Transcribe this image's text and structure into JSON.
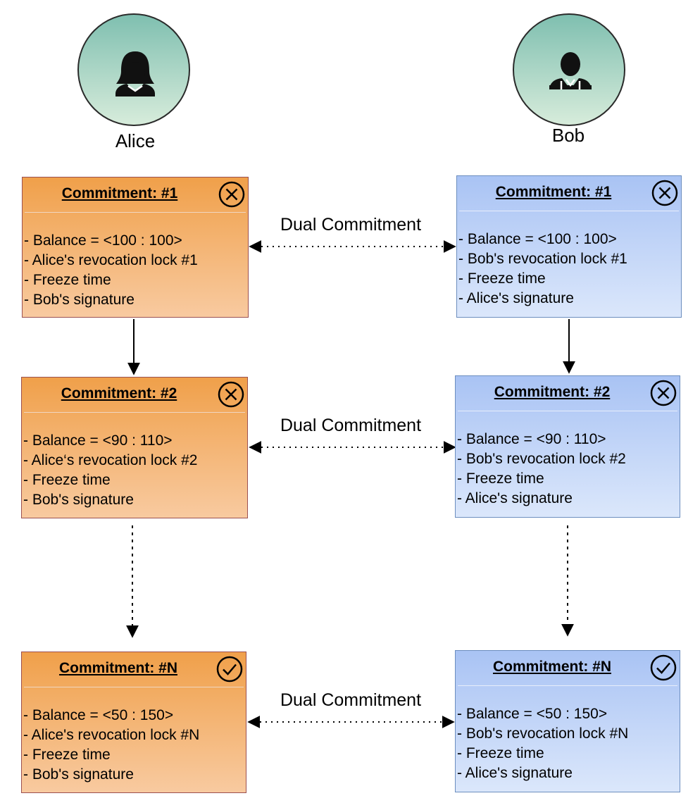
{
  "participants": {
    "alice": {
      "name": "Alice",
      "icon": "woman-user-icon"
    },
    "bob": {
      "name": "Bob",
      "icon": "man-user-icon"
    }
  },
  "link_label": "Dual Commitment",
  "rows": [
    {
      "alice": {
        "title": "Commitment: #1",
        "status": "revoked",
        "lines": [
          "- Balance = <100 : 100>",
          "- Alice's revocation lock #1",
          "- Freeze time",
          "- Bob's signature"
        ]
      },
      "bob": {
        "title": "Commitment: #1",
        "status": "revoked",
        "lines": [
          "- Balance = <100 : 100>",
          "- Bob's revocation lock #1",
          "- Freeze time",
          "- Alice's signature"
        ]
      }
    },
    {
      "alice": {
        "title": "Commitment: #2",
        "status": "revoked",
        "lines": [
          "- Balance = <90 : 110>",
          "- Alice‘s revocation lock #2",
          "- Freeze time",
          "- Bob's signature"
        ]
      },
      "bob": {
        "title": "Commitment: #2",
        "status": "revoked",
        "lines": [
          "- Balance = <90 : 110>",
          "- Bob's revocation lock #2",
          "- Freeze time",
          "- Alice's signature"
        ]
      }
    },
    {
      "alice": {
        "title": "Commitment: #N",
        "status": "valid",
        "lines": [
          "- Balance = <50 : 150>",
          "- Alice's revocation lock #N",
          "- Freeze time",
          "- Bob's signature"
        ]
      },
      "bob": {
        "title": "Commitment: #N",
        "status": "valid",
        "lines": [
          "- Balance = <50 : 150>",
          "- Bob's revocation lock #N",
          "- Freeze time",
          "- Alice's signature"
        ]
      }
    }
  ],
  "colors": {
    "alice_fill_top": "#f0a04a",
    "alice_fill_bottom": "#f8caa0",
    "alice_border": "#9b5050",
    "bob_fill_top": "#a9c3f4",
    "bob_fill_bottom": "#dbe7fb",
    "bob_border": "#6c8ebf",
    "avatar_top": "#7fbfb0",
    "avatar_bottom": "#d7ecdb"
  }
}
